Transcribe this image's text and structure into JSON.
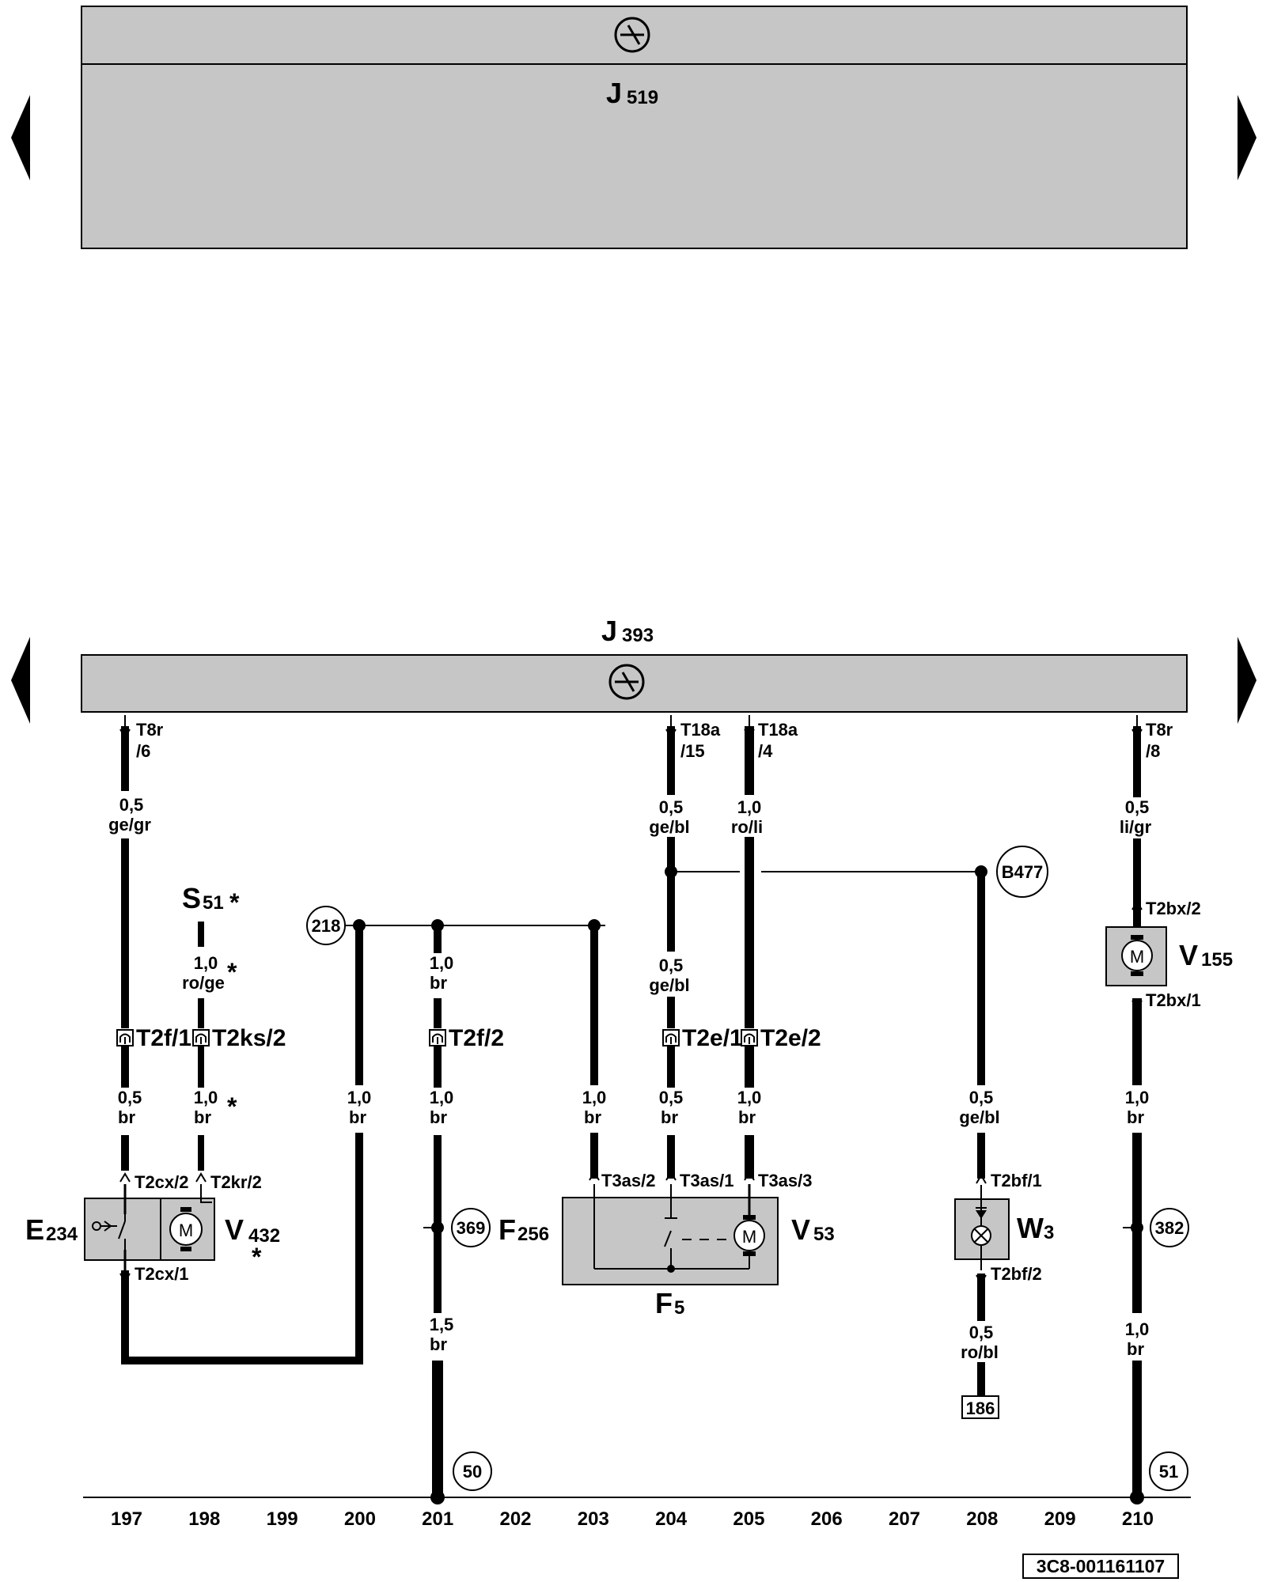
{
  "modules": {
    "top": {
      "letter": "J",
      "sub": "519"
    },
    "bottom": {
      "letter": "J",
      "sub": "393"
    }
  },
  "pins": {
    "t8r6_a": "T8r",
    "t8r6_b": "/6",
    "t18a15_a": "T18a",
    "t18a15_b": "/15",
    "t18a4_a": "T18a",
    "t18a4_b": "/4",
    "t8r8_a": "T8r",
    "t8r8_b": "/8",
    "t2f1": "T2f/1",
    "t2ks2": "T2ks/2",
    "t2f2": "T2f/2",
    "t2e1": "T2e/1",
    "t2e2": "T2e/2",
    "t2cx2": "T2cx/2",
    "t2kr2": "T2kr/2",
    "t2cx1": "T2cx/1",
    "t3as2": "T3as/2",
    "t3as1": "T3as/1",
    "t3as3": "T3as/3",
    "t2bf1": "T2bf/1",
    "t2bf2": "T2bf/2",
    "t2bx2": "T2bx/2",
    "t2bx1": "T2bx/1"
  },
  "wires": {
    "w197a_size": "0,5",
    "w197a_color": "ge/gr",
    "w197b_size": "0,5",
    "w197b_color": "br",
    "w198a_size": "1,0",
    "w198a_color": "ro/ge",
    "w198b_size": "1,0",
    "w198b_color": "br",
    "w200_size": "1,0",
    "w200_color": "br",
    "w201a_size": "1,0",
    "w201a_color": "br",
    "w201b_size": "1,0",
    "w201b_color": "br",
    "w201c_size": "1,5",
    "w201c_color": "br",
    "w203_size": "1,0",
    "w203_color": "br",
    "w204a_size": "0,5",
    "w204a_color": "ge/bl",
    "w204b_size": "0,5",
    "w204b_color": "ge/bl",
    "w204c_size": "0,5",
    "w204c_color": "br",
    "w205a_size": "1,0",
    "w205a_color": "ro/li",
    "w205b_size": "1,0",
    "w205b_color": "br",
    "w208a_size": "0,5",
    "w208a_color": "ge/bl",
    "w208b_size": "0,5",
    "w208b_color": "ro/bl",
    "w210a_size": "0,5",
    "w210a_color": "li/gr",
    "w210b_size": "1,0",
    "w210b_color": "br",
    "w210c_size": "1,0",
    "w210c_color": "br"
  },
  "components": {
    "s51_letter": "S",
    "s51_sub": "51",
    "e234_letter": "E",
    "e234_sub": "234",
    "v432_letter": "V",
    "v432_sub": "432",
    "f256_letter": "F",
    "f256_sub": "256",
    "v53_letter": "V",
    "v53_sub": "53",
    "f5_letter": "F",
    "f5_sub": "5",
    "w3_letter": "W",
    "w3_sub": "3",
    "v155_letter": "V",
    "v155_sub": "155",
    "motor": "M",
    "star": "*"
  },
  "refs": {
    "r218": "218",
    "r369": "369",
    "r382": "382",
    "r50": "50",
    "r51": "51",
    "rB477": "B477",
    "r186": "186"
  },
  "ruler": [
    "197",
    "198",
    "199",
    "200",
    "201",
    "202",
    "203",
    "204",
    "205",
    "206",
    "207",
    "208",
    "209",
    "210"
  ],
  "doc_id": "3C8-001161107"
}
